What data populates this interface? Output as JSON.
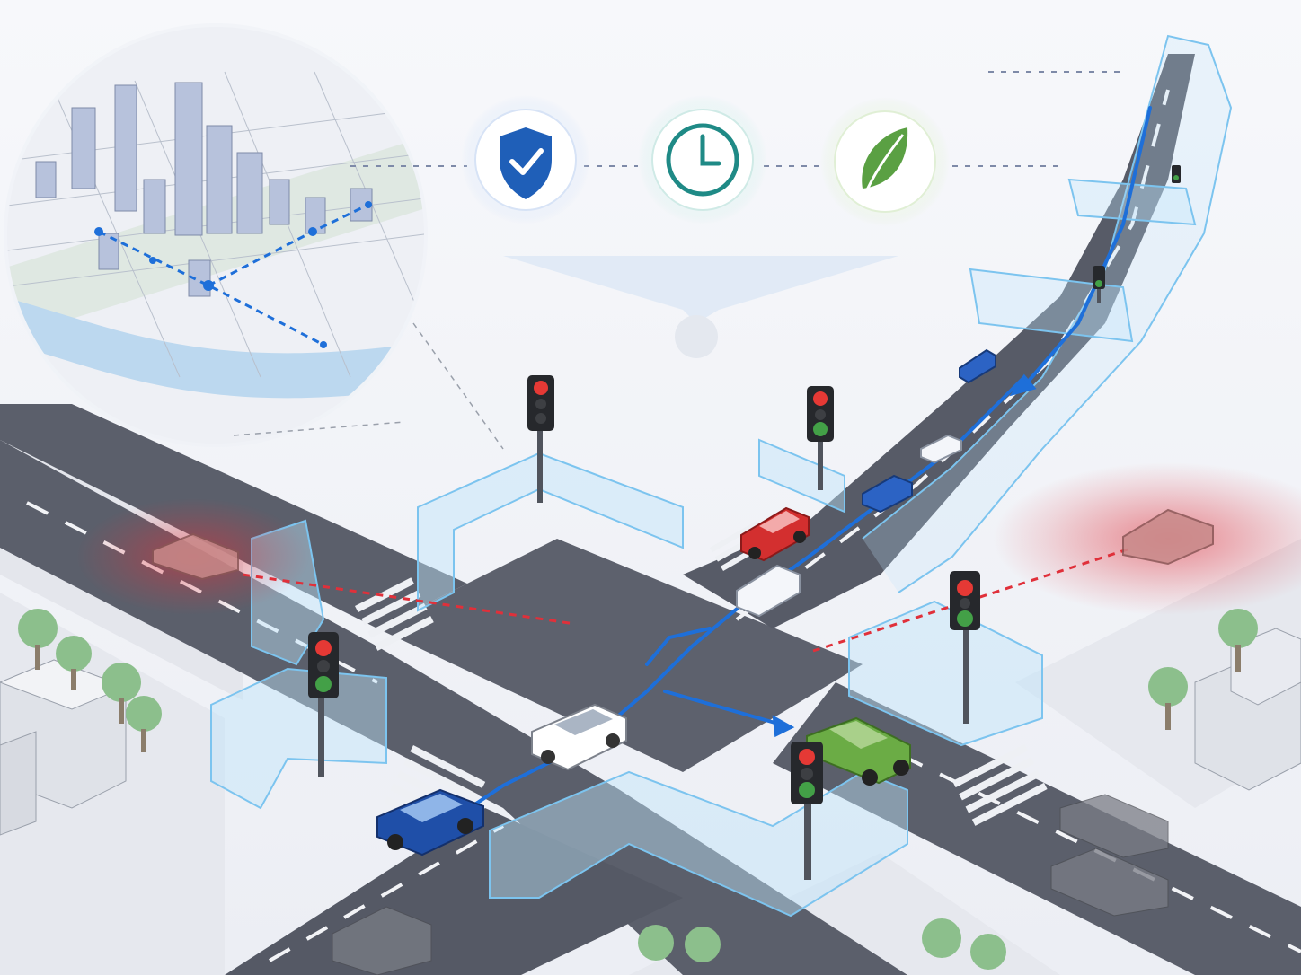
{
  "scene": {
    "kind": "isometric smart-intersection illustration",
    "colors": {
      "background": "#f1f3f8",
      "road": "#5b5f6b",
      "road_dark": "#4c505b",
      "sidewalk": "#e7e9ef",
      "glass": "#bfe4fb",
      "glass_stroke": "#7cc4ef",
      "flow_arrow": "#1e6fd9",
      "alert_red": "#e0303a",
      "shield_blue": "#1f5fb8",
      "clock_teal": "#1f8a86",
      "leaf_green": "#5aa043",
      "traffic_red": "#e53935",
      "traffic_green": "#43a047"
    }
  },
  "benefits": [
    {
      "name": "shield-check-icon",
      "meaning": "safety"
    },
    {
      "name": "clock-icon",
      "meaning": "time"
    },
    {
      "name": "leaf-icon",
      "meaning": "sustainability"
    }
  ],
  "traffic_lights": [
    {
      "name": "traffic-light-north-west",
      "active": "red"
    },
    {
      "name": "traffic-light-north-east",
      "active": "red"
    },
    {
      "name": "traffic-light-west",
      "active": "green"
    },
    {
      "name": "traffic-light-east",
      "active": "green"
    },
    {
      "name": "traffic-light-south",
      "active": "green"
    },
    {
      "name": "traffic-light-highway",
      "active": "green"
    }
  ],
  "vehicles": [
    {
      "name": "car-blue-front",
      "color": "#1f4fa8"
    },
    {
      "name": "car-white-center",
      "color": "#ffffff"
    },
    {
      "name": "car-green-right",
      "color": "#6bac45"
    },
    {
      "name": "car-red-queue",
      "color": "#d32f2f"
    },
    {
      "name": "car-alert-left",
      "color": "#c98a8a"
    },
    {
      "name": "car-alert-right",
      "color": "#c98a8a"
    }
  ],
  "city_map": {
    "name": "city-overview-inset",
    "route_color": "#1e6fd9"
  }
}
